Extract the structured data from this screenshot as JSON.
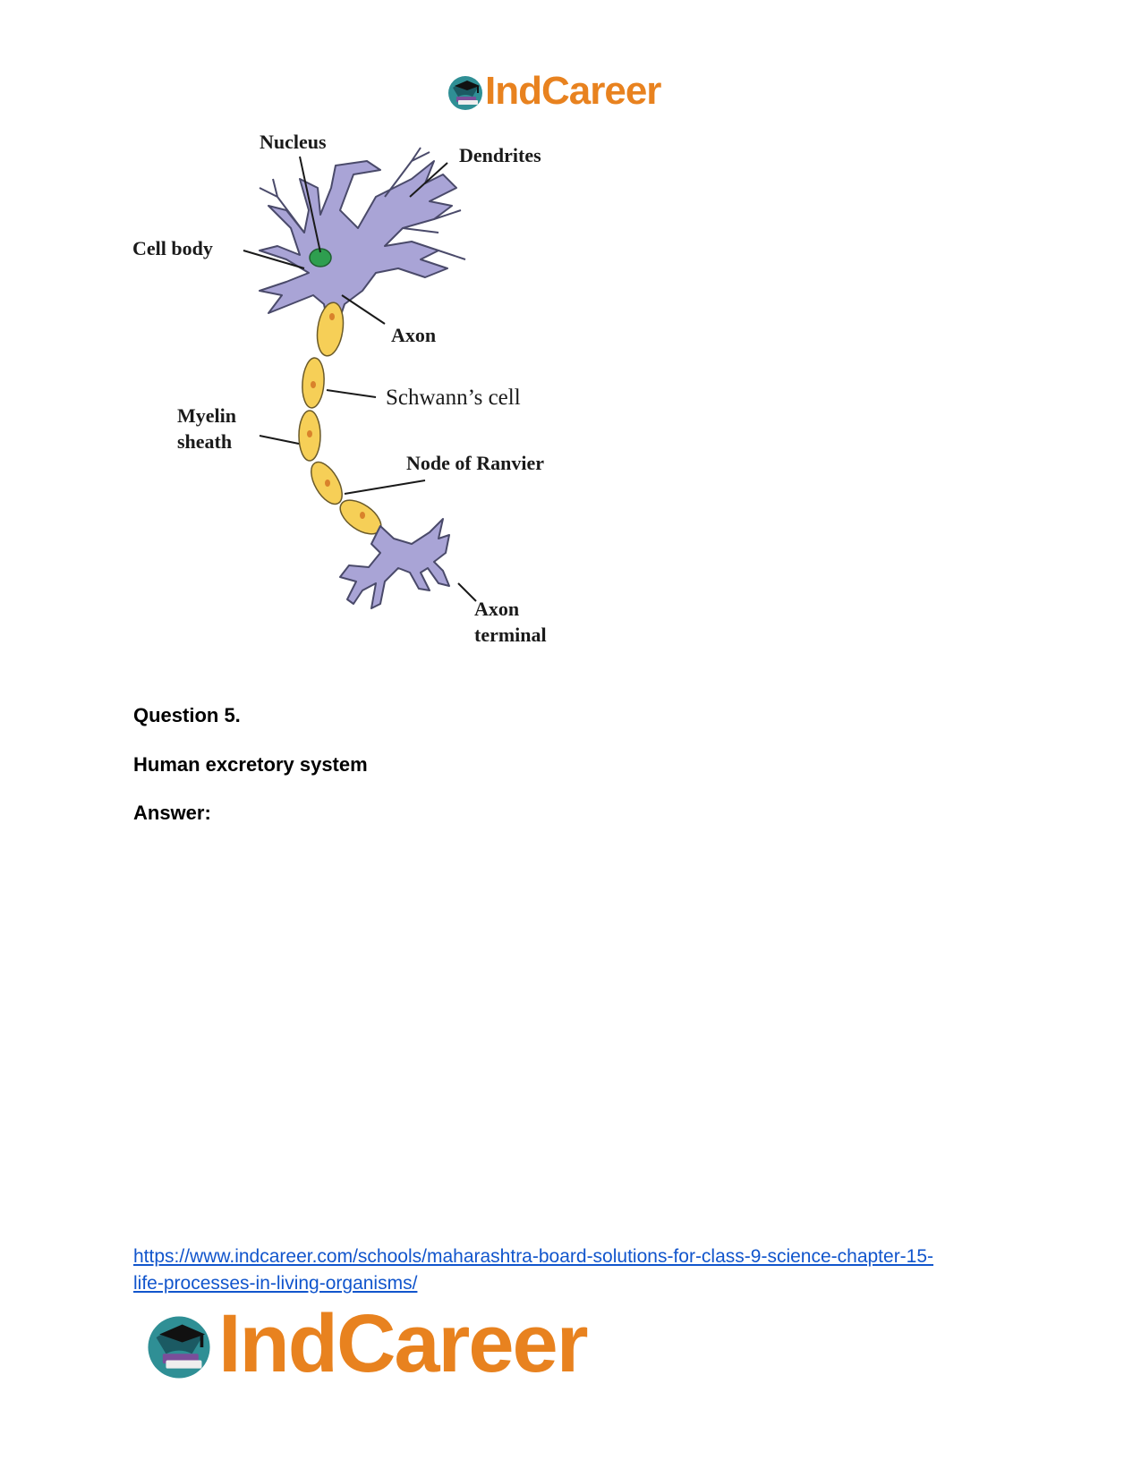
{
  "header": {
    "logo_text": "IndCareer"
  },
  "diagram": {
    "labels": {
      "nucleus": "Nucleus",
      "dendrites": "Dendrites",
      "cell_body": "Cell body",
      "axon": "Axon",
      "schwann": "Schwann’s cell",
      "myelin_1": "Myelin",
      "myelin_2": "sheath",
      "node": "Node of Ranvier",
      "terminal_1": "Axon",
      "terminal_2": "terminal"
    },
    "colors": {
      "neuron": "#a9a4d6",
      "neuron_outline": "#4a4a6a",
      "nucleus": "#2e9e4f",
      "myelin": "#f6cf57",
      "myelin_dot": "#d9822b"
    }
  },
  "question": {
    "title": "Question 5.",
    "text": "Human excretory system",
    "answer_label": "Answer:"
  },
  "footer": {
    "link_line_1": "https://www.indcareer.com/schools/maharashtra-board-solutions-for-class-9-science-chapter-15-",
    "link_line_2": "life-processes-in-living-organisms/",
    "logo_text": "IndCareer"
  }
}
